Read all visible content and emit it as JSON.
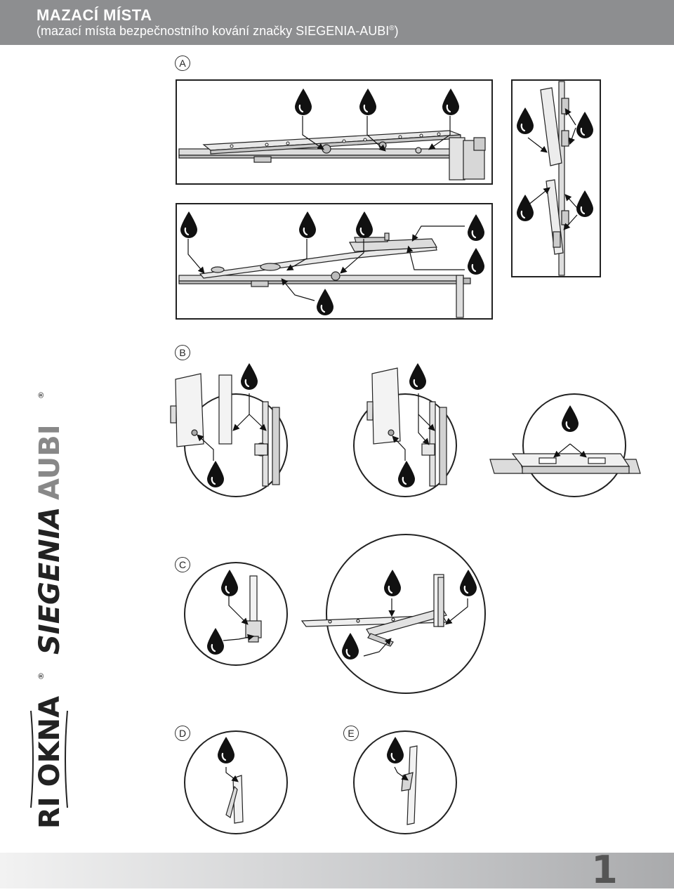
{
  "header": {
    "title": "MAZACÍ MÍSTA",
    "subtitle": "(mazací místa bezpečnostního kování značky SIEGENIA-AUBI",
    "subtitle_reg": "®",
    "subtitle_end": ")"
  },
  "sections": {
    "a": "A",
    "b": "B",
    "c": "C",
    "d": "D",
    "e": "E"
  },
  "sidebar": {
    "brand_okna": "RI OKNA",
    "brand_siegenia": "SIEGENIA",
    "brand_aubi": "AUBI",
    "reg": "®"
  },
  "footer": {
    "page_number": "1"
  },
  "colors": {
    "header_bg": "#8d8e90",
    "drop": "#111111",
    "line": "#222222",
    "logo_text": "#222222"
  },
  "icons": {
    "drop": "oil-drop-icon"
  }
}
